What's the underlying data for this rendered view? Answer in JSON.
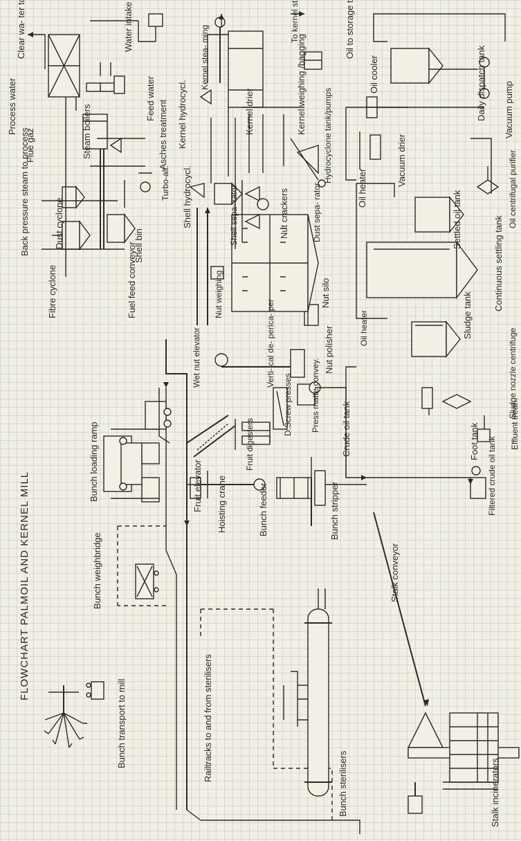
{
  "title": "FLOWCHART   PALMOIL AND KERNEL MILL",
  "labels": {
    "bunch_transport": "Bunch transport to mill",
    "bunch_weighbridge": "Bunch weighbridge",
    "bunch_loading_ramp": "Bunch loading ramp",
    "railtracks": "Railtracks to and from sterilisers",
    "bunch_sterilisers": "Bunch sterilisers",
    "stalk_incinerators": "Stalk incinerators",
    "stalk_conveyor": "Stalk conveyor",
    "hoisting_crane": "Hoisting crane",
    "bunch_feeder": "Bunch feeder",
    "bunch_stripper": "Bunch stripper",
    "fruit_elevator": "Fruit elevator",
    "fruit_digesters": "Fruit digesters",
    "screw_presses": "D.Screw presses",
    "press_matte_conveyor": "Press matte convey.",
    "crude_oil_tank": "Crude oil tank",
    "filtered_crude_oil_tank": "Filtered crude oil tank",
    "effluent_treatment": "Effluent treat-",
    "foot_tank": "Foot tank",
    "sludge_nozzle_centrifuge": "Sludge nozzle centrifuge",
    "sludge_tank": "Sludge tank",
    "oil_heater_1": "Oil heater",
    "continuous_settling_tank": "Continuous settling tank",
    "settled_oil_tank": "Settled oil tank",
    "oil_centrifugal_purifier": "Oil centrifugal purifier",
    "oil_heater_2": "Oil heater",
    "vacuum_drier": "Vacuum drier",
    "oil_cooler": "Oil cooler",
    "vacuum_pump": "Vacuum pump",
    "daily_dispatch_tank": "Daily dispatch tank",
    "oil_to_storage_tank": "Oil to storage tank",
    "vertical_depericarper": "Verti- cal de- perica- per",
    "nut_polisher": "Nut polisher",
    "wet_nut_elevator": "Wet nut elevator",
    "nut_weighing": "Nut weighing",
    "nut_silo": "Nut silo",
    "fibre_cyclone": "Fibre cyclone",
    "fuel_feed_conveyor": "Fuel feed conveyor",
    "dust_cyclone": "Dust cyclone",
    "shell_bin": "Shell bin",
    "back_pressure_steam": "Back pressure steam to process",
    "turbo_alt": "Turbo-alt.",
    "flue_gaz": "Flue gaz",
    "process_water": "Process water",
    "steam_boilers": "Steam boilers",
    "asches_treatment": "Asches treatment",
    "feed_water": "Feed water",
    "clear_water_tower": "Clear wa- ter tower",
    "water_intake": "Water intake",
    "shell_hydrocycl": "Shell hydrocycl.",
    "kernel_hydrocycl": "Kernel hydrocycl.",
    "shell_separator": "Shell sepa- rator",
    "nut_crackers": "Nut crackers",
    "dust_separator": "Dust sepa- rator",
    "hydrocyclone_tank": "Hydrocyclone tank/pumps",
    "kernel_drier": "Kernel drier",
    "kernel_steaming": "Kernel stea- ming",
    "kernel_weighing_bagging": "Kernel weighing /bagging",
    "to_kernel_storage": "To kernel storage"
  }
}
